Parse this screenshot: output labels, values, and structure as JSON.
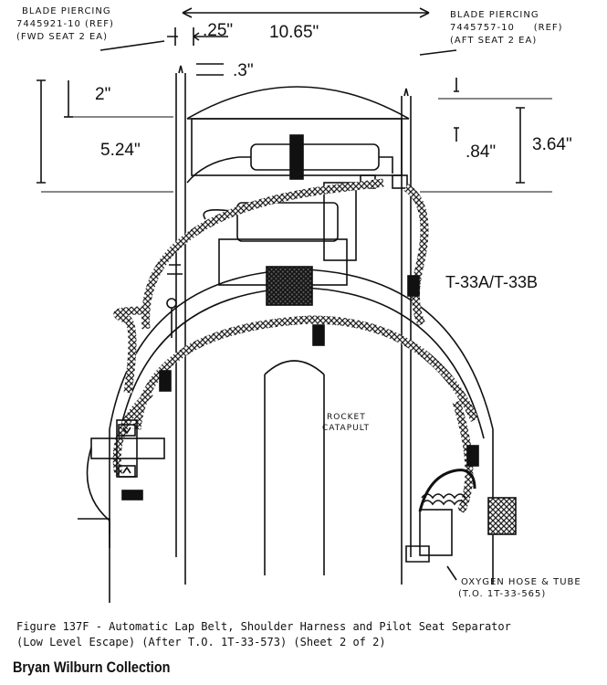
{
  "labels": {
    "blade_fwd_title": "BLADE PIERCING",
    "blade_fwd_part": "7445921-10 (REF)",
    "blade_fwd_seat": "(FWD SEAT 2 EA)",
    "blade_aft_title": "BLADE PIERCING",
    "blade_aft_part": "7445757-10     (REF)",
    "blade_aft_seat": "(AFT SEAT 2 EA)",
    "rocket_line1": "ROCKET",
    "rocket_line2": "CATAPULT",
    "model": "T-33A/T-33B",
    "oxygen_line1": "OXYGEN HOSE & TUBE",
    "oxygen_line2": "(T.O. 1T-33-565)"
  },
  "dimensions": {
    "d025": ".25\"",
    "d1065": "10.65\"",
    "d03": ".3\"",
    "d2": "2\"",
    "d524": "5.24\"",
    "d084": ".84\"",
    "d364": "3.64\""
  },
  "caption": {
    "line1": "Figure 137F - Automatic Lap Belt, Shoulder Harness and Pilot Seat Separator",
    "line2": "(Low Level Escape) (After T.O. 1T-33-573) (Sheet 2 of 2)"
  },
  "credit": "Bryan Wilburn Collection"
}
